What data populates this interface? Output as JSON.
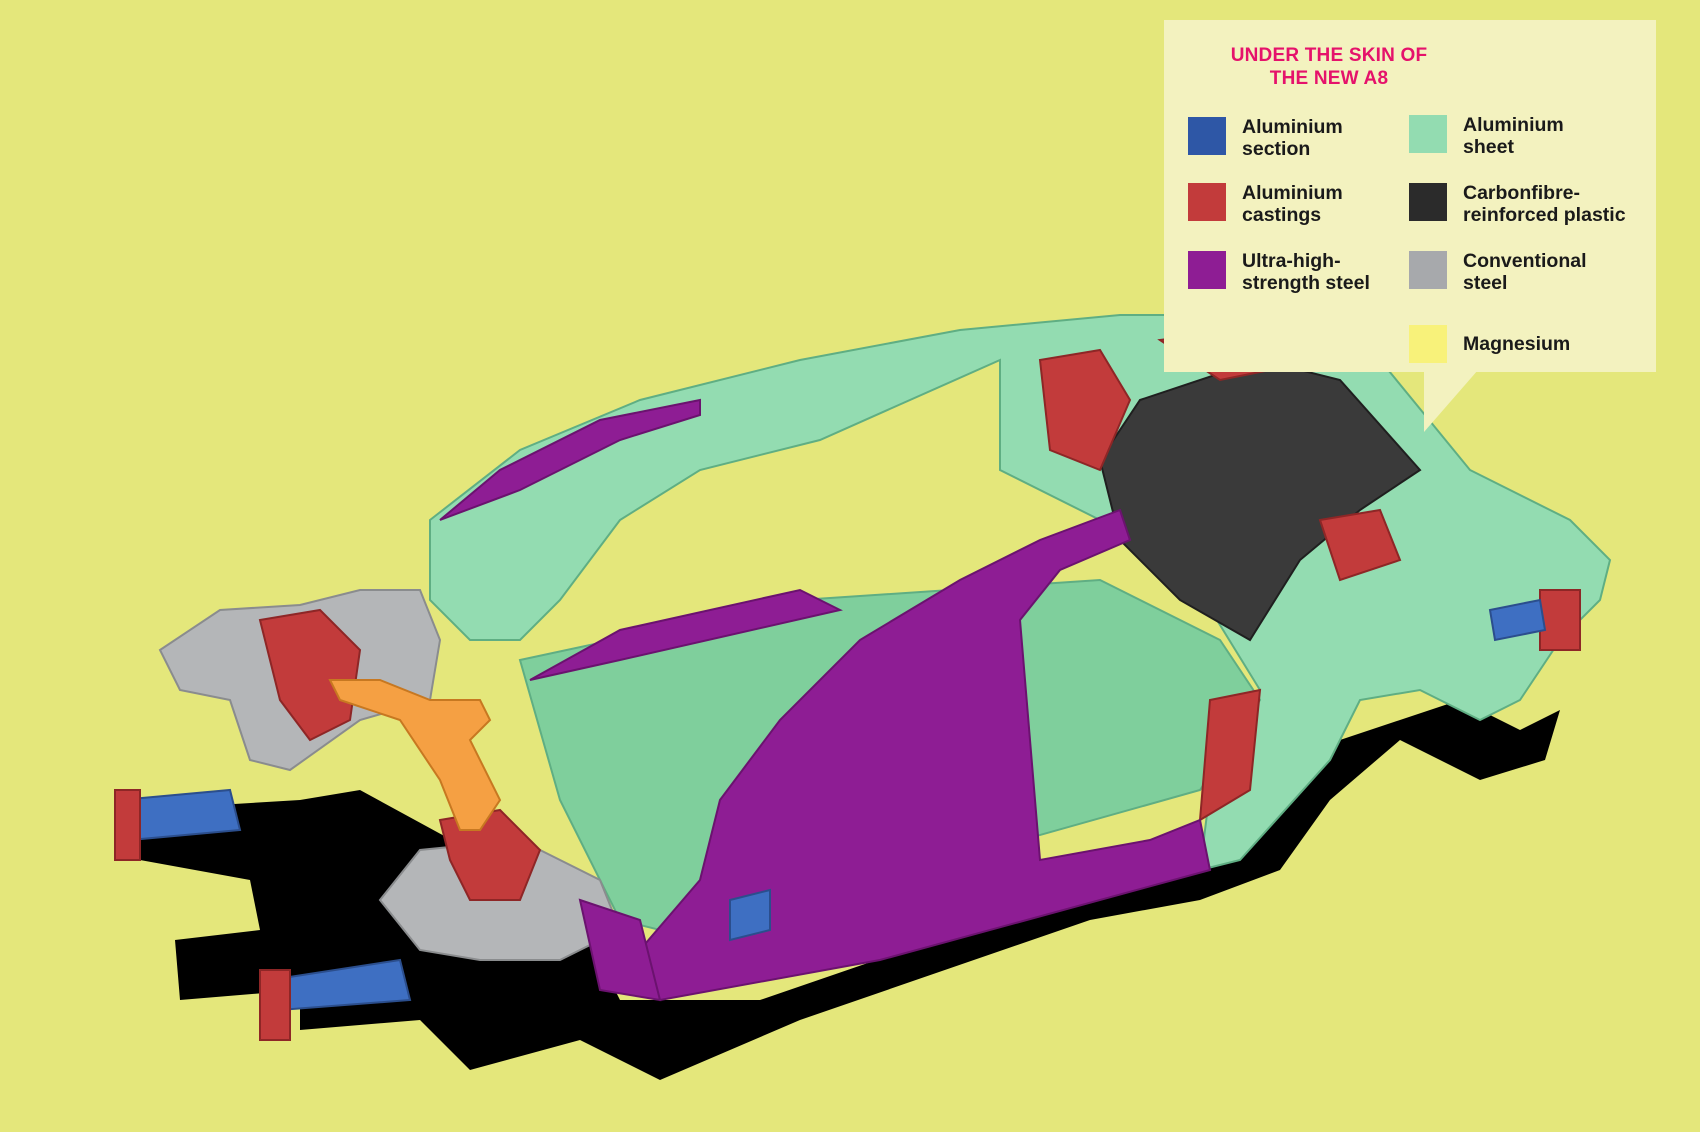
{
  "legend": {
    "title_line1": "UNDER THE SKIN OF",
    "title_line2": "THE NEW A8",
    "items": [
      {
        "line1": "Aluminium",
        "line2": "section",
        "color": "#2e57a6"
      },
      {
        "line1": "Aluminium",
        "line2": "sheet",
        "color": "#93dcb1"
      },
      {
        "line1": "Aluminium",
        "line2": "castings",
        "color": "#c23b3b"
      },
      {
        "line1": "Carbonfibre-",
        "line2": "reinforced plastic",
        "color": "#2b2b2b"
      },
      {
        "line1": "Ultra-high-",
        "line2": "strength steel",
        "color": "#8e1d94"
      },
      {
        "line1": "Conventional",
        "line2": "steel",
        "color": "#a7a9ac"
      },
      {
        "line1": "Magnesium",
        "line2": "",
        "color": "#f8f27a"
      }
    ]
  },
  "colors": {
    "background": "#e4e77b",
    "legend_background": "#f3f2bf",
    "title": "#e5126b",
    "aluminium_sheet": "#93dcb1",
    "aluminium_section": "#2e57a6",
    "aluminium_castings": "#c23b3b",
    "carbon_fibre": "#2b2b2b",
    "ultra_high_strength_steel": "#8e1d94",
    "conventional_steel": "#a7a9ac",
    "magnesium": "#f8f27a",
    "strut_brace": "#f5a043",
    "shadow": "#000000"
  }
}
